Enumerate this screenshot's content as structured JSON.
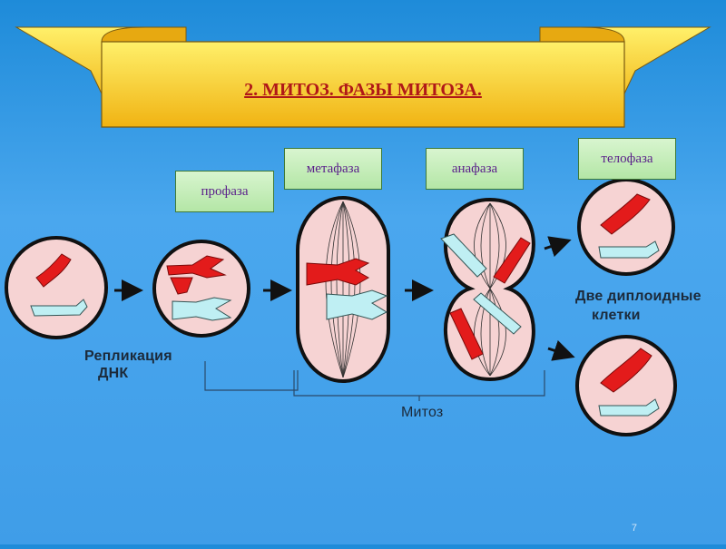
{
  "title": "2. МИТОЗ. ФАЗЫ МИТОЗА.",
  "phases": {
    "prophase": "профаза",
    "metaphase": "метафаза",
    "anaphase": "анафаза",
    "telophase": "телофаза"
  },
  "captions": {
    "dna_replication_line1": "Репликация",
    "dna_replication_line2": "ДНК",
    "two_cells_line1": "Две диплоидные",
    "two_cells_line2": "клетки",
    "mitosis": "Митоз"
  },
  "page_number": "7",
  "colors": {
    "ribbon": "#f3c11a",
    "cell": "#f6d3d3",
    "chromosome_red": "#e31b1b",
    "chromosome_blue": "#bfeff3"
  }
}
